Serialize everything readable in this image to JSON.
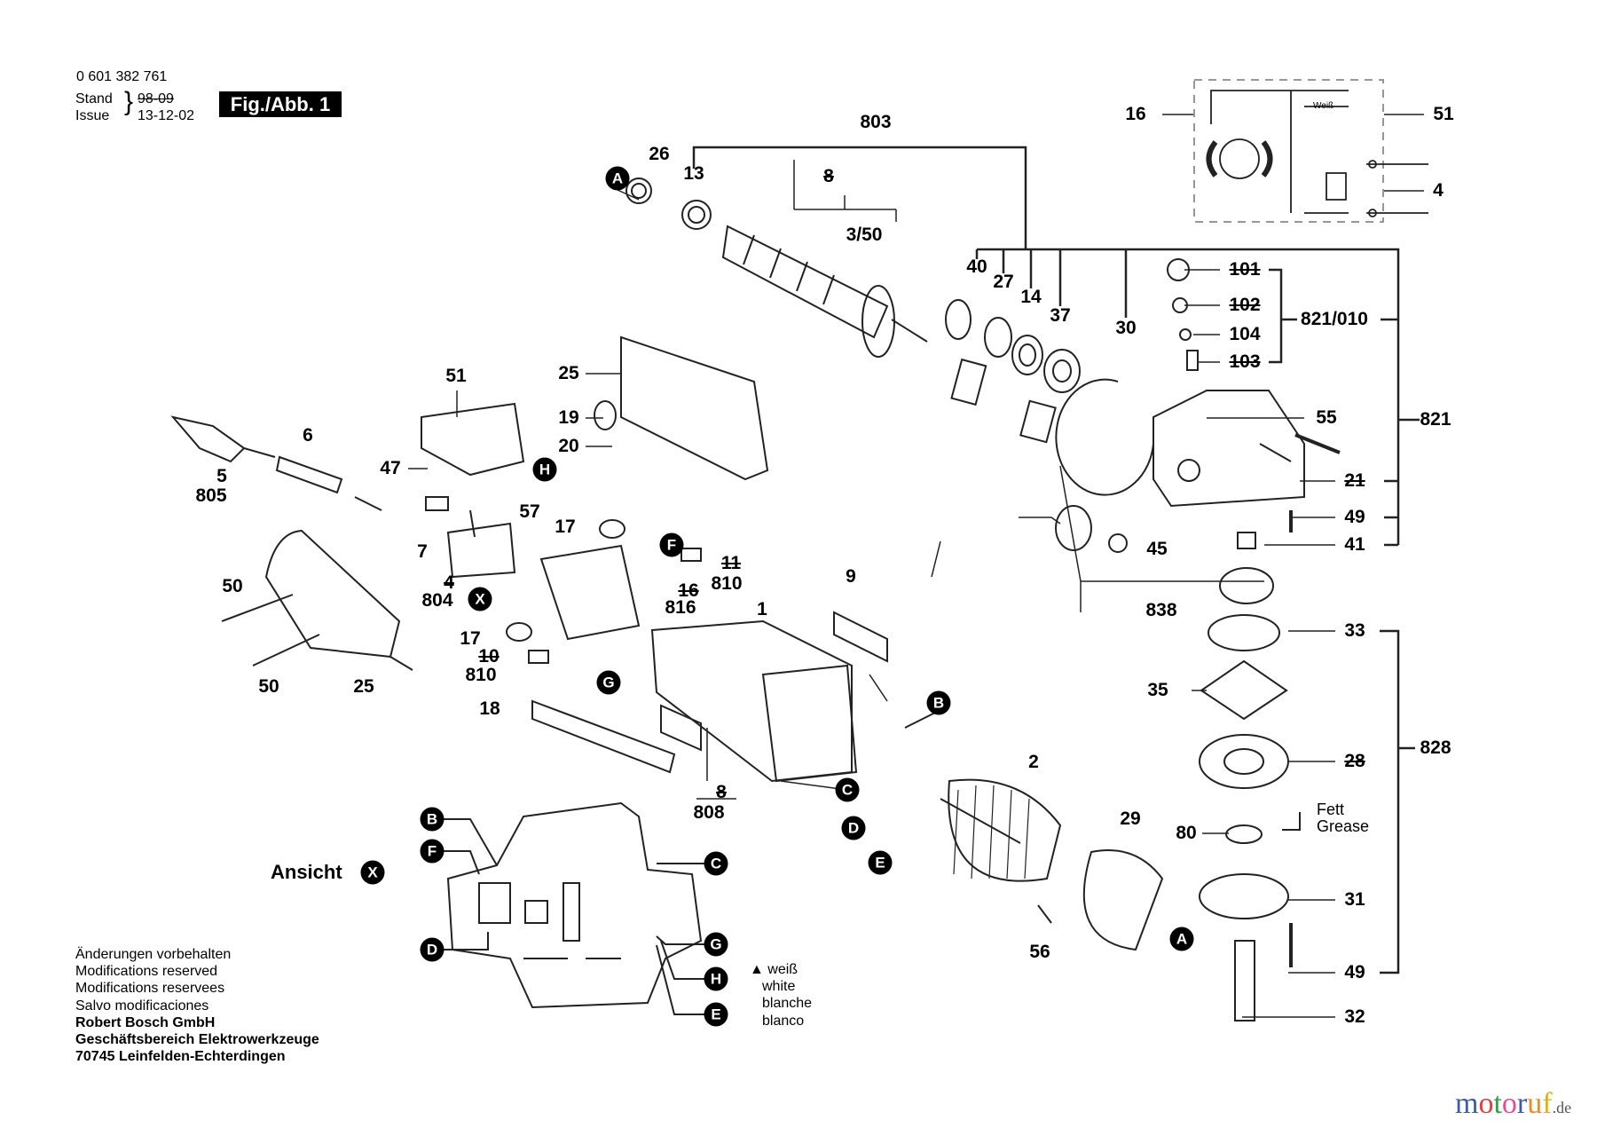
{
  "header": {
    "part_number": "0 601 382 761",
    "stand_label": "Stand",
    "issue_label": "Issue",
    "stand_old": "98-09",
    "issue_date": "13-12-02",
    "figure_label": "Fig./Abb. 1"
  },
  "callouts": [
    {
      "text": "803"
    },
    {
      "text": "26"
    },
    {
      "text": "13"
    },
    {
      "text": "8",
      "struck": true
    },
    {
      "text": "3/50"
    },
    {
      "text": "16"
    },
    {
      "text": "51"
    },
    {
      "text": "4"
    },
    {
      "text": "40"
    },
    {
      "text": "27"
    },
    {
      "text": "14"
    },
    {
      "text": "37"
    },
    {
      "text": "30"
    },
    {
      "text": "101",
      "struck": true
    },
    {
      "text": "102",
      "struck": true
    },
    {
      "text": "104"
    },
    {
      "text": "103",
      "struck": true
    },
    {
      "text": "821/010"
    },
    {
      "text": "821"
    },
    {
      "text": "55"
    },
    {
      "text": "21",
      "struck": true
    },
    {
      "text": "49"
    },
    {
      "text": "41"
    },
    {
      "text": "45"
    },
    {
      "text": "838"
    },
    {
      "text": "33"
    },
    {
      "text": "35"
    },
    {
      "text": "28",
      "struck": true
    },
    {
      "text": "828"
    },
    {
      "text": "80"
    },
    {
      "text": "31"
    },
    {
      "text": "49"
    },
    {
      "text": "32"
    },
    {
      "text": "29"
    },
    {
      "text": "2"
    },
    {
      "text": "56"
    },
    {
      "text": "9"
    },
    {
      "text": "1"
    },
    {
      "text": "808"
    },
    {
      "text": "8",
      "struck": true
    },
    {
      "text": "25"
    },
    {
      "text": "19"
    },
    {
      "text": "20"
    },
    {
      "text": "51"
    },
    {
      "text": "6"
    },
    {
      "text": "47"
    },
    {
      "text": "57"
    },
    {
      "text": "5"
    },
    {
      "text": "805"
    },
    {
      "text": "7"
    },
    {
      "text": "804"
    },
    {
      "text": "4",
      "struck": true
    },
    {
      "text": "17"
    },
    {
      "text": "11",
      "struck": true
    },
    {
      "text": "810"
    },
    {
      "text": "16",
      "struck": true
    },
    {
      "text": "816"
    },
    {
      "text": "17"
    },
    {
      "text": "10",
      "struck": true
    },
    {
      "text": "810"
    },
    {
      "text": "18"
    },
    {
      "text": "50"
    },
    {
      "text": "50"
    },
    {
      "text": "25"
    }
  ],
  "markers": [
    "A",
    "A",
    "B",
    "C",
    "D",
    "E",
    "H",
    "X",
    "F",
    "G",
    "X",
    "B",
    "F",
    "D",
    "C",
    "G",
    "H",
    "E"
  ],
  "wiring": {
    "wire_label": "Weiß"
  },
  "grease": {
    "line1": "Fett",
    "line2": "Grease"
  },
  "view": {
    "label": "Ansicht"
  },
  "white_note": [
    "▲ weiß",
    "white",
    "blanche",
    "blanco"
  ],
  "footer": {
    "lines": [
      "Änderungen vorbehalten",
      "Modifications reserved",
      "Modifications reservees",
      "Salvo modificaciones"
    ],
    "bold_lines": [
      "Robert Bosch GmbH",
      "Geschäftsbereich Elektrowerkzeuge",
      "70745 Leinfelden-Echterdingen"
    ]
  },
  "watermark": {
    "text": "motoruf",
    "suffix": ".de",
    "colors": [
      "#3b5ba8",
      "#e53c3c",
      "#2f9e44",
      "#e84c9a",
      "#3b5ba8",
      "#f08a1c",
      "#e5b400"
    ]
  }
}
